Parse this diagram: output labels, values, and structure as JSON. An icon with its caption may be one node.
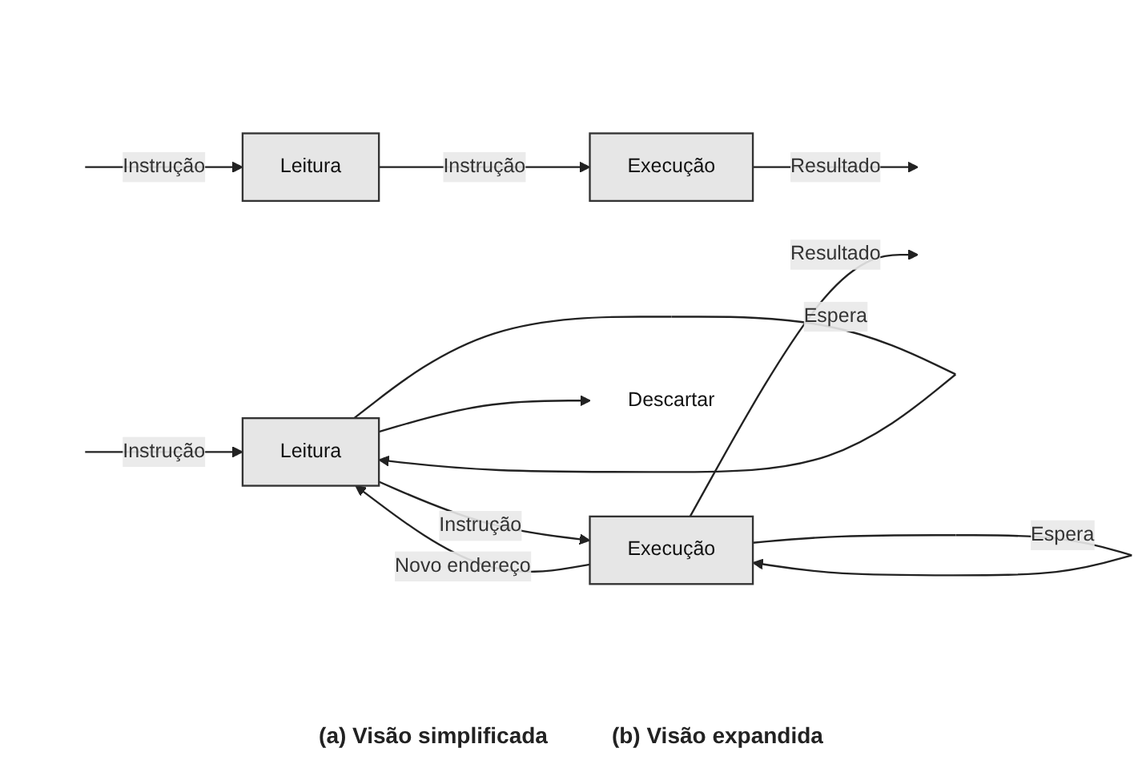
{
  "diagram": {
    "nodes": [
      {
        "text": [
          "Leitura"
        ]
      },
      {
        "text": [
          "Execução"
        ]
      },
      {
        "text": [
          "Leitura"
        ]
      },
      {
        "text": [
          "Execução"
        ]
      },
      {
        "text": [
          "Descartar"
        ]
      }
    ],
    "edges": [
      {
        "from": null,
        "to": 0,
        "arrow": "to",
        "label": "Instrução"
      },
      {
        "from": 0,
        "to": 1,
        "arrow": "to",
        "label": "Instrução"
      },
      {
        "from": 1,
        "to": null,
        "arrow": "to",
        "label": "Resultado"
      },
      {
        "from": 2,
        "to": 2,
        "arrow": "to",
        "label": "Espera"
      },
      {
        "from": 3,
        "to": 2,
        "arrow": "to",
        "label": "Novo endereço"
      },
      {
        "from": null,
        "to": 2,
        "arrow": "to",
        "label": "Instrução"
      },
      {
        "from": 2,
        "to": 3,
        "arrow": "to",
        "label": "Instrução"
      },
      {
        "from": 3,
        "to": 3,
        "arrow": "to",
        "label": "Espera"
      },
      {
        "from": 3,
        "to": null,
        "arrow": "to",
        "label": "Resultado"
      },
      {
        "from": 2,
        "to": 4,
        "arrow": "to"
      }
    ],
    "labels": [
      "(a) Visão simplificada",
      "(b) Visão expandida"
    ]
  }
}
